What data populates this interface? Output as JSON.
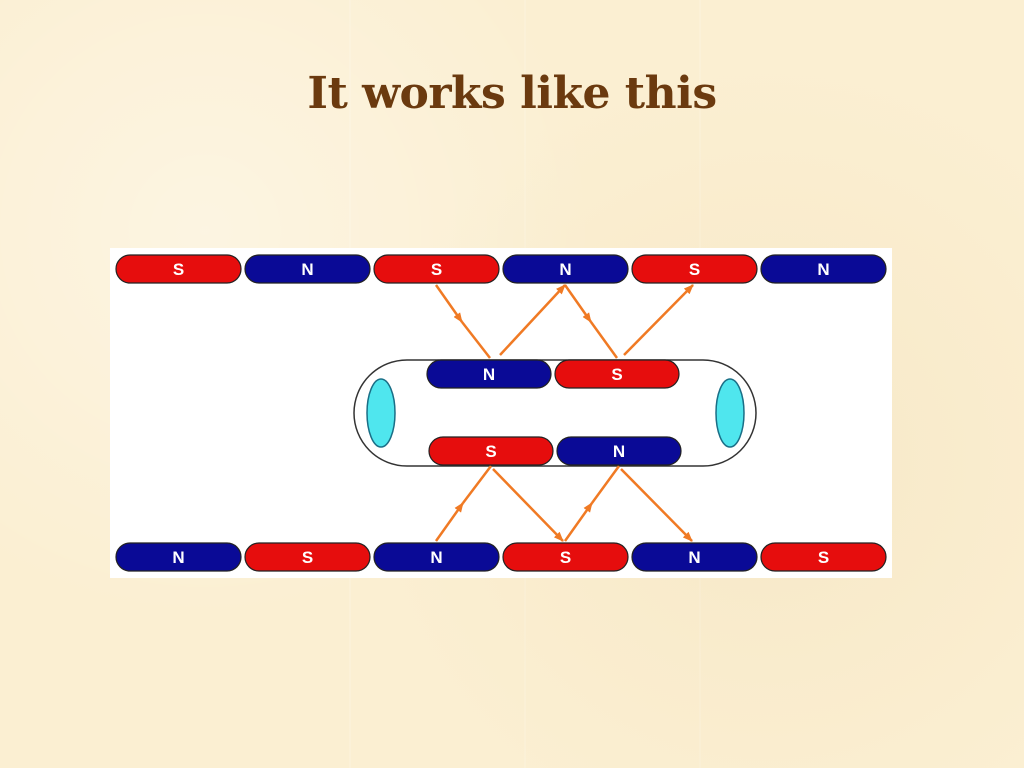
{
  "title": "It works like this",
  "colors": {
    "north": "#0a0a96",
    "south": "#e60d0d",
    "arrow": "#f07a24",
    "lens": "#4fe6ee",
    "title": "#6b3a0f"
  },
  "diagram": {
    "top_track": [
      "S",
      "N",
      "S",
      "N",
      "S",
      "N"
    ],
    "bottom_track": [
      "N",
      "S",
      "N",
      "S",
      "N",
      "S"
    ],
    "vehicle_top": [
      "N",
      "S"
    ],
    "vehicle_bottom": [
      "S",
      "N"
    ]
  }
}
